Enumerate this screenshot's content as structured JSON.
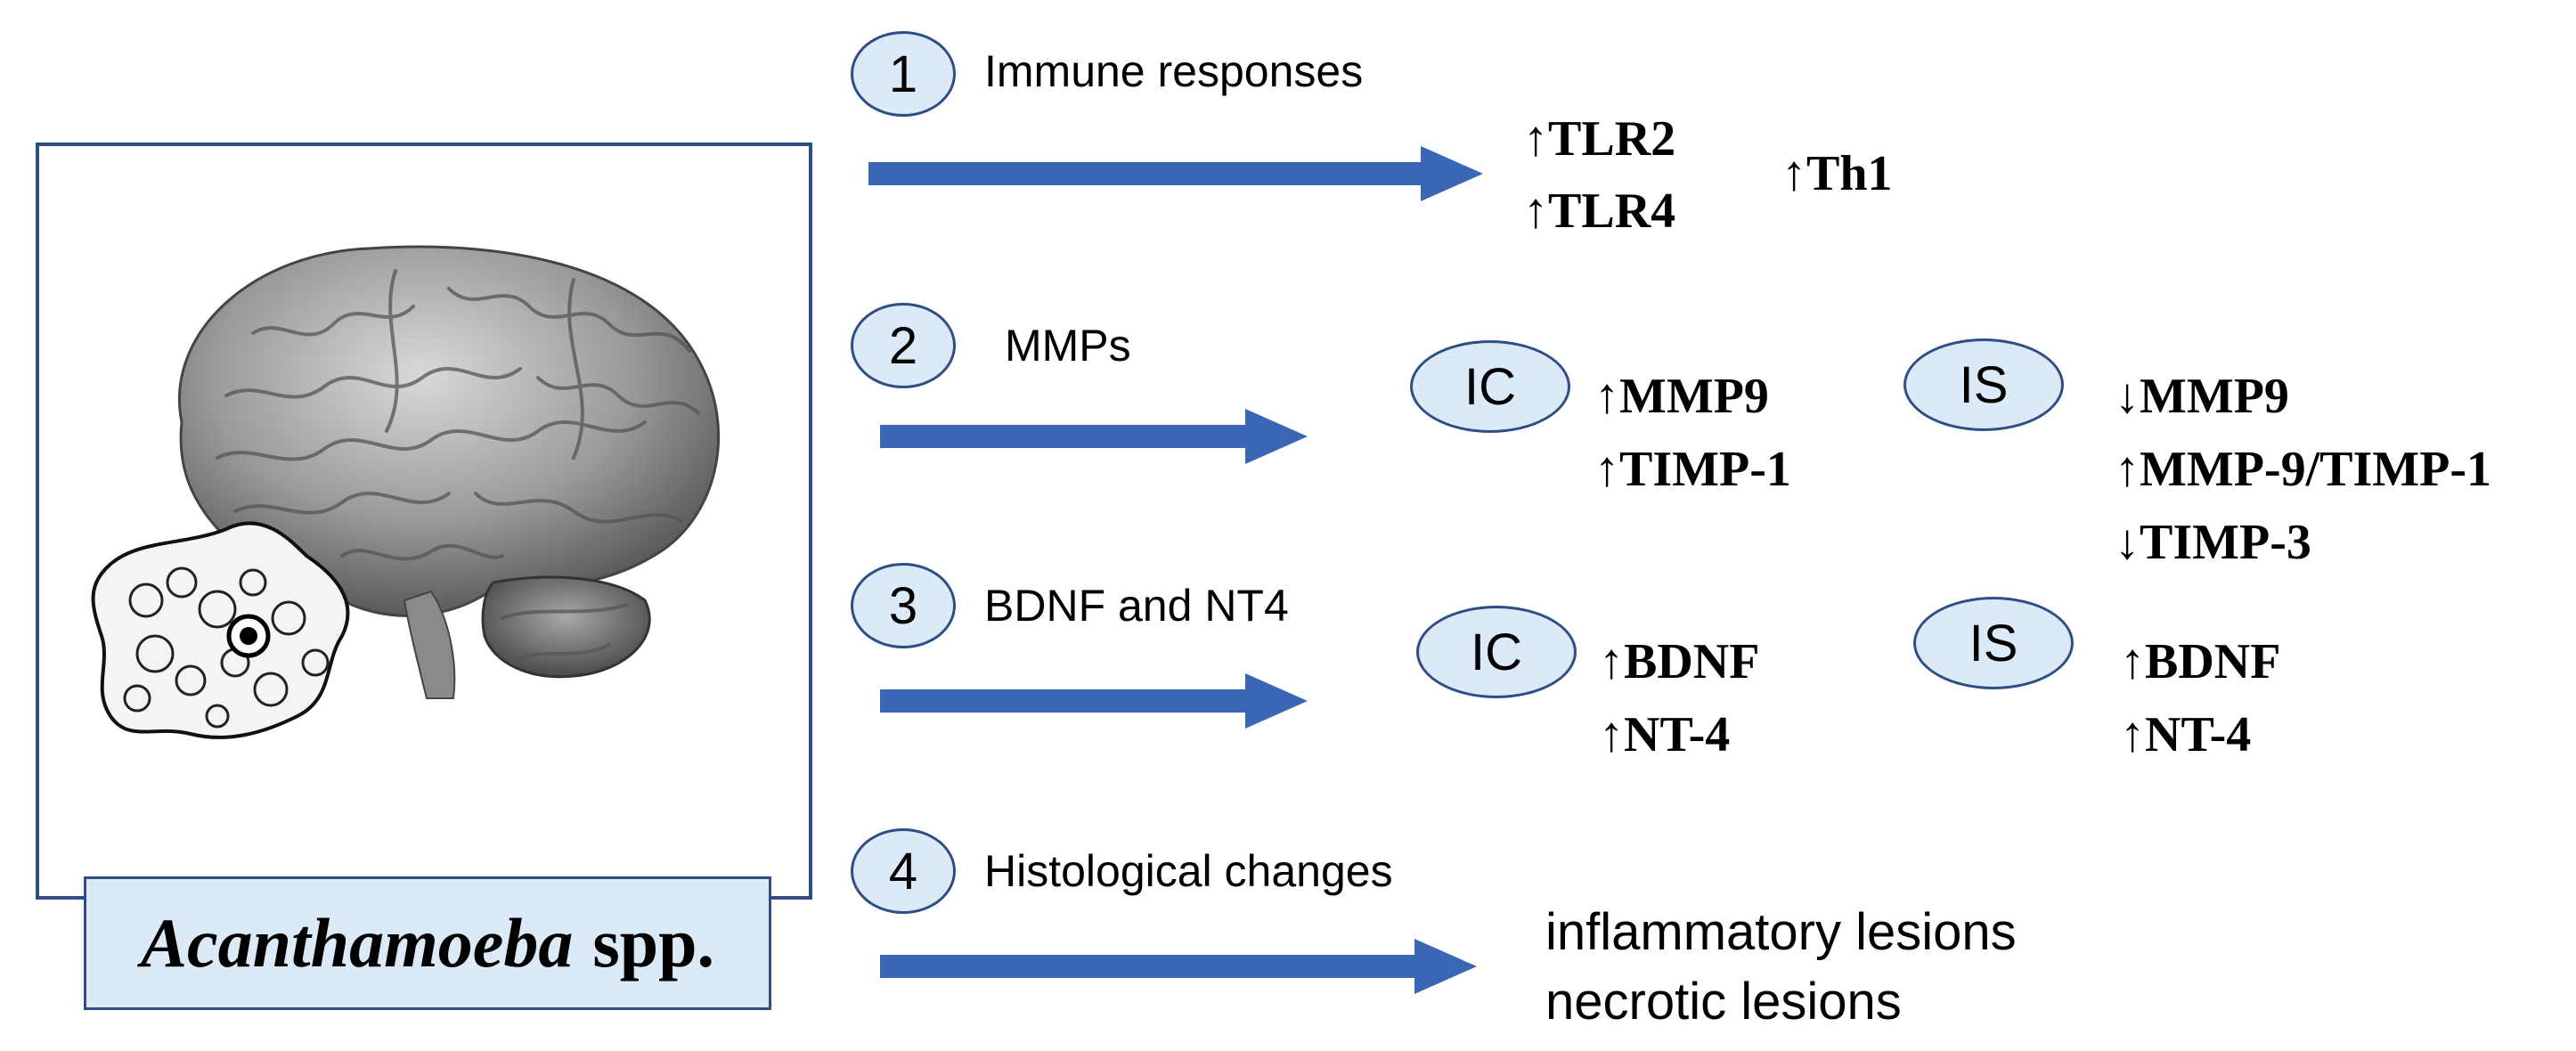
{
  "organism": {
    "genus": "Acanthamoeba",
    "suffix": "spp."
  },
  "steps": [
    {
      "number": "1",
      "label": "Immune responses",
      "markers_col1": [
        "↑TLR2",
        "↑TLR4"
      ],
      "markers_col2": [
        "↑Th1"
      ]
    },
    {
      "number": "2",
      "label": "MMPs",
      "groups": [
        {
          "tag": "IC",
          "markers": [
            "↑MMP9",
            "↑TIMP-1"
          ]
        },
        {
          "tag": "IS",
          "markers": [
            "↓MMP9",
            "↑MMP-9/TIMP-1",
            "↓TIMP-3"
          ]
        }
      ]
    },
    {
      "number": "3",
      "label": "BDNF and NT4",
      "groups": [
        {
          "tag": "IC",
          "markers": [
            "↑BDNF",
            "↑NT-4"
          ]
        },
        {
          "tag": "IS",
          "markers": [
            "↑BDNF",
            "↑NT-4"
          ]
        }
      ]
    },
    {
      "number": "4",
      "label": "Histological changes",
      "outcomes": [
        "inflammatory lesions",
        "necrotic lesions"
      ]
    }
  ],
  "colors": {
    "arrow": "#3a66b8",
    "fill": "#dce9f6",
    "border": "#2e4e85"
  }
}
